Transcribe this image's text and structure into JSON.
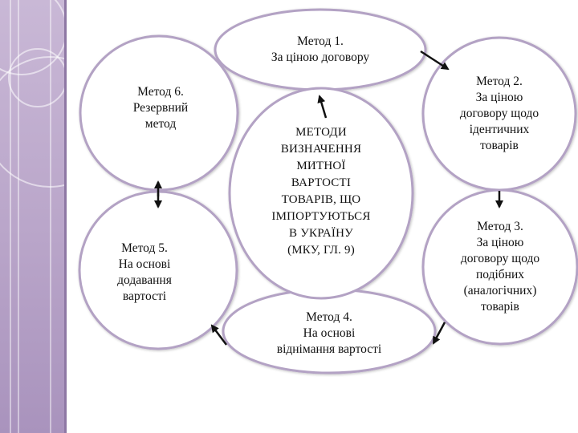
{
  "colors": {
    "sidebar": "#b9a5c9",
    "node_border": "#b3a2c4",
    "node_fill": "#ffffff",
    "arrow": "#111111"
  },
  "diagram": {
    "center": {
      "lines": [
        "МЕТОДИ",
        "ВИЗНАЧЕННЯ",
        "МИТНОЇ",
        "ВАРТОСТІ",
        "ТОВАРІВ, ЩО",
        "ІМПОРТУЮТЬСЯ",
        "В УКРАЇНУ",
        "(МКУ, ГЛ. 9)"
      ]
    },
    "methods": [
      {
        "id": "method-1",
        "lines": [
          "Метод 1.",
          "За ціною договору"
        ]
      },
      {
        "id": "method-2",
        "lines": [
          "Метод 2.",
          "За ціною",
          "договору щодо",
          "ідентичних",
          "товарів"
        ]
      },
      {
        "id": "method-3",
        "lines": [
          "Метод 3.",
          "За ціною",
          "договору щодо",
          "подібних",
          "(аналогічних)",
          "товарів"
        ]
      },
      {
        "id": "method-4",
        "lines": [
          "Метод 4.",
          "На основі",
          "віднімання вартості"
        ]
      },
      {
        "id": "method-5",
        "lines": [
          "Метод 5.",
          "На основі",
          "додавання",
          "вартості"
        ]
      },
      {
        "id": "method-6",
        "lines": [
          "Метод 6.",
          "Резервний",
          "метод"
        ]
      }
    ]
  }
}
